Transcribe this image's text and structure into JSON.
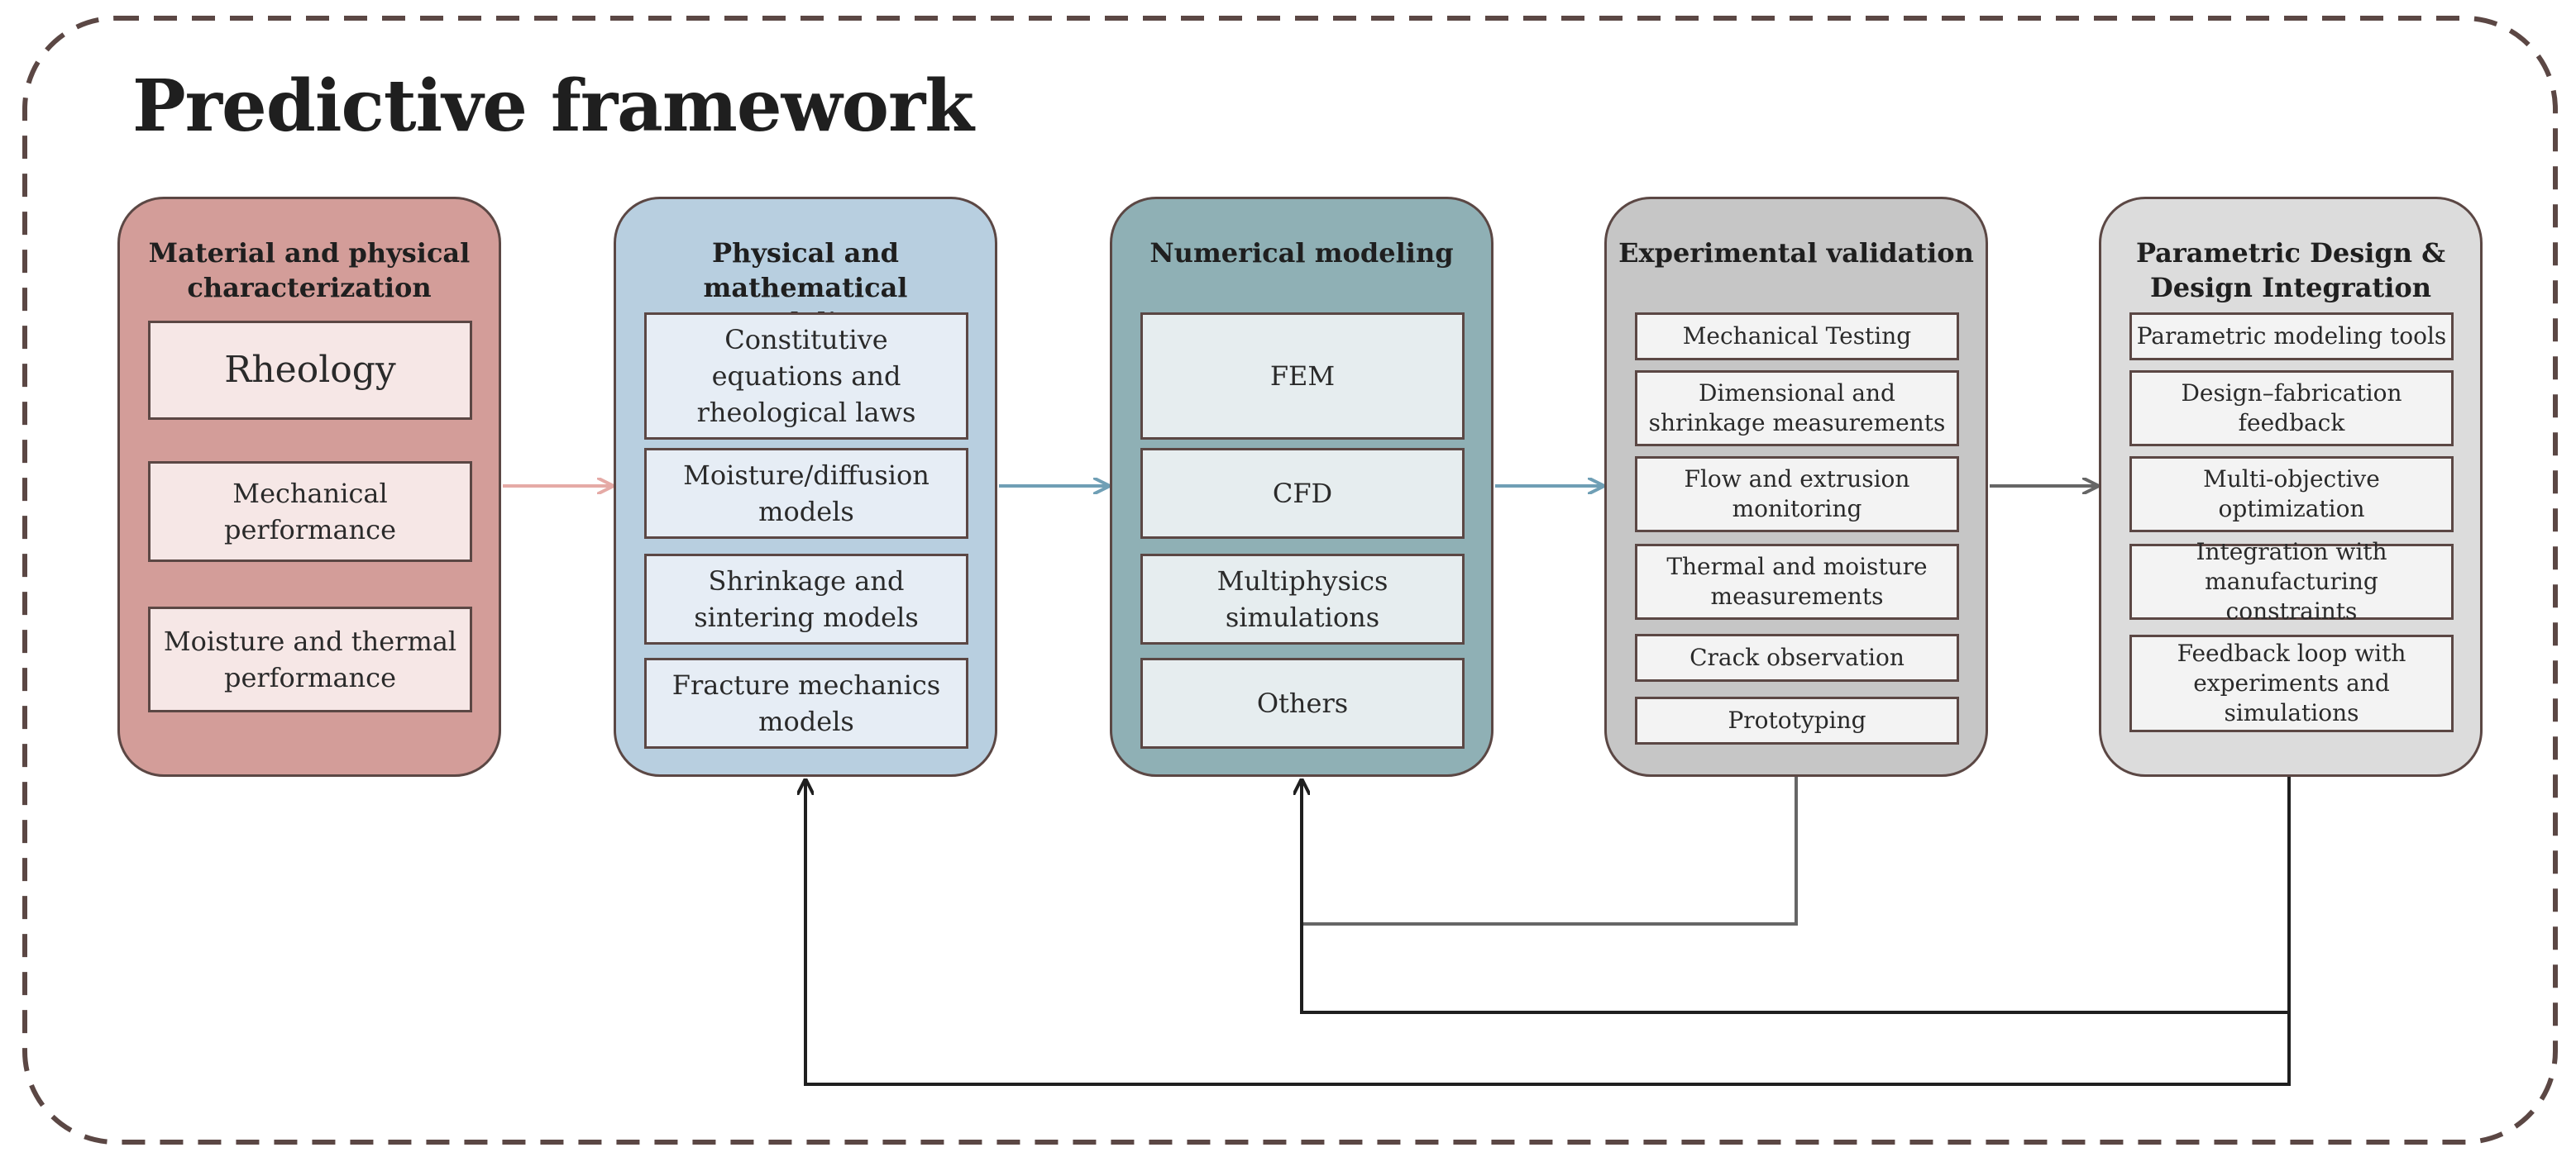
{
  "title": "Predictive framework",
  "colors": {
    "frame_border": "#5b4744",
    "arrow_pink": "#e5aaa6",
    "arrow_blue": "#6f9fb5",
    "arrow_gray": "#666666",
    "feedback_line": "#1f1f1f"
  },
  "columns": [
    {
      "header": "Material and physical characterization",
      "items": [
        "Rheology",
        "Mechanical performance",
        "Moisture and thermal performance"
      ]
    },
    {
      "header": "Physical and mathematical modeling",
      "items": [
        "Constitutive equations and rheological laws",
        "Moisture/diffusion models",
        "Shrinkage and sintering models",
        "Fracture mechanics models"
      ]
    },
    {
      "header": "Numerical modeling",
      "items": [
        "FEM",
        "CFD",
        "Multiphysics simulations",
        "Others"
      ]
    },
    {
      "header": "Experimental validation",
      "items": [
        "Mechanical Testing",
        "Dimensional and shrinkage measurements",
        "Flow and extrusion monitoring",
        "Thermal and moisture measurements",
        "Crack observation",
        "Prototyping"
      ]
    },
    {
      "header": "Parametric Design & Design Integration",
      "items": [
        "Parametric modeling tools",
        "Design–fabrication feedback",
        "Multi-objective optimization",
        "Integration with manufacturing constraints",
        "Feedback loop with experiments and simulations"
      ]
    }
  ]
}
